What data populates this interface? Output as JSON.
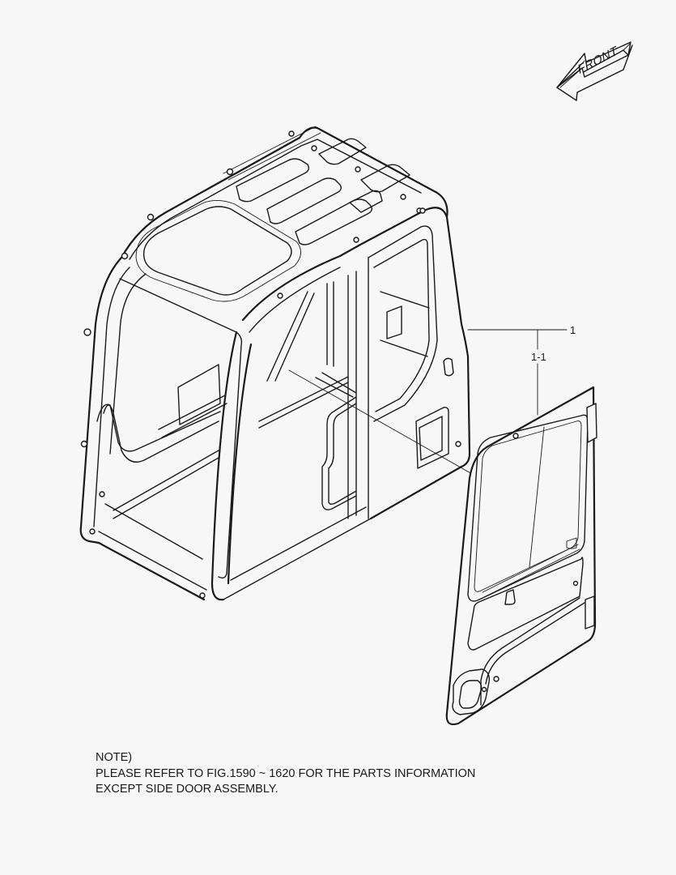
{
  "figure": {
    "type": "exploded parts diagram",
    "subject": "operator cab with side door",
    "orientation_arrow": {
      "label": "FRONT",
      "icon": "arrow-left-icon"
    },
    "callouts": [
      {
        "id": "1",
        "label": "1",
        "refers_to": "cab assembly"
      },
      {
        "id": "1-1",
        "label": "1-1",
        "refers_to": "side door assembly"
      }
    ]
  },
  "note": {
    "heading": "NOTE)",
    "lines": [
      "PLEASE REFER TO FIG.1590 ~ 1620 FOR THE PARTS INFORMATION",
      "EXCEPT SIDE DOOR ASSEMBLY."
    ]
  },
  "colors": {
    "background": "#f7f7f7",
    "line": "#1a1a1a"
  }
}
